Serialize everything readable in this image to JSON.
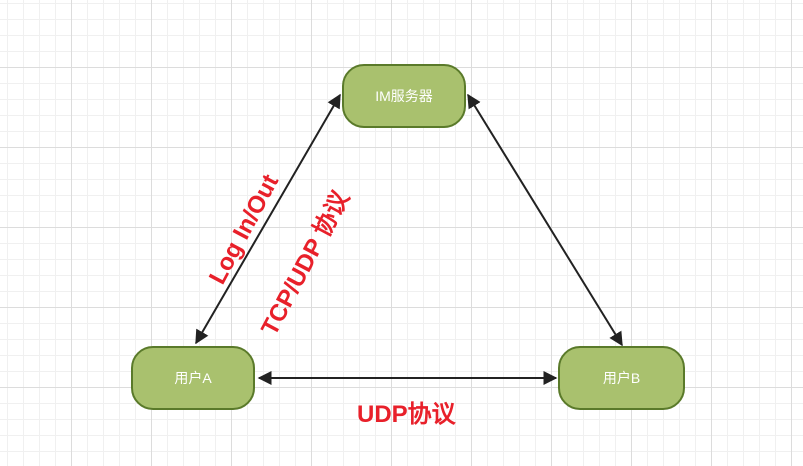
{
  "nodes": {
    "im_server": "IM服务器",
    "user_a": "用户A",
    "user_b": "用户B"
  },
  "edge_labels": {
    "login": "Log In/Out",
    "tcp_udp": "TCP/UDP 协议",
    "udp": "UDP协议"
  },
  "colors": {
    "node_fill": "#a9c16e",
    "node_border": "#5a7a2a",
    "label": "#e8202a",
    "arrow": "#222222"
  }
}
